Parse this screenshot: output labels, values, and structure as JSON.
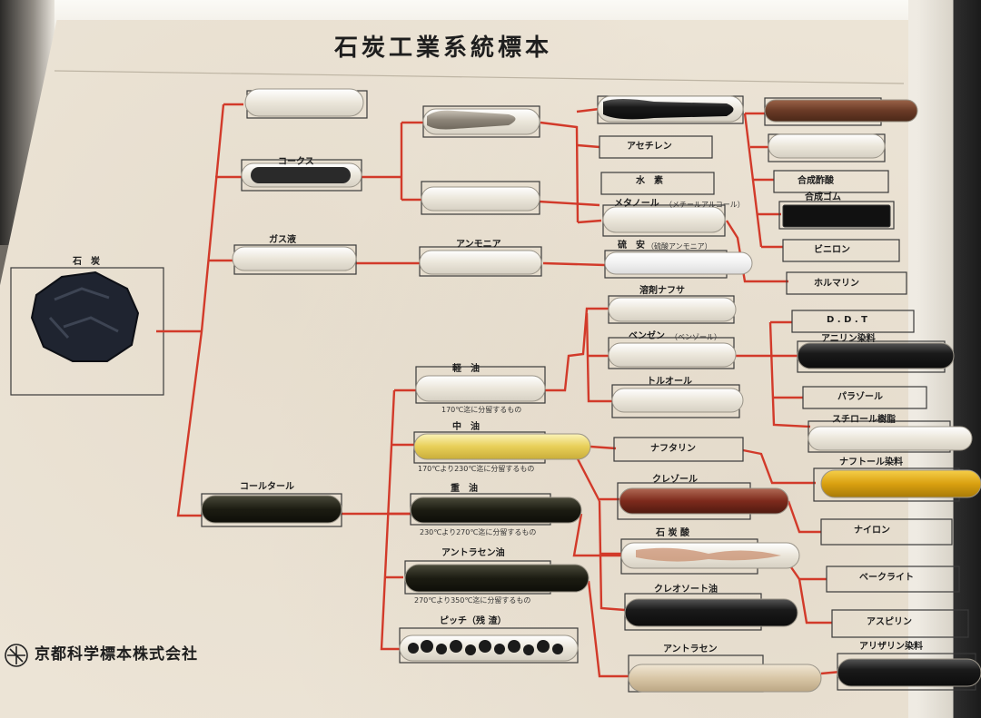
{
  "title": "石炭工業系統標本",
  "company": "京都科学標本株式会社",
  "coal_label": "石　炭",
  "primary": {
    "illegible_top": "",
    "coke": "コークス",
    "gas_liquor": "ガス液",
    "coal_tar": "コールタール"
  },
  "secondary": {
    "illegible_mid": "",
    "illegible_gas": "",
    "ammonia": "アンモニア"
  },
  "products_upper": {
    "illegible_carbide": "",
    "acetylene": "アセチレン",
    "hydrogen": "水　素",
    "methanol": "メタノール",
    "methanol_note": "（メチールアルコール）",
    "ammonium_sulfate": "硫　安",
    "ammonium_sulfate_note": "（硫酸アンモニア）"
  },
  "products_far": {
    "illegible_far": "",
    "acetic_acid": "合成酢酸",
    "synthetic_rubber": "合成ゴム",
    "vinylon": "ビニロン",
    "formalin": "ホルマリン"
  },
  "tar_fractions": {
    "light_oil": "軽　油",
    "light_oil_note": "170℃迄に分留するもの",
    "middle_oil": "中　油",
    "middle_oil_note": "170℃より230℃迄に分留するもの",
    "heavy_oil": "重　油",
    "heavy_oil_note": "230℃より270℃迄に分留するもの",
    "anthracene_oil": "アントラセン油",
    "anthracene_oil_note": "270℃より350℃迄に分留するもの",
    "pitch": "ピッチ（残 渣）"
  },
  "tar_products": {
    "solvent_naphtha": "溶剤ナフサ",
    "benzene": "ベンゼン",
    "benzene_note": "（ベンゾール）",
    "toluol": "トルオール",
    "naphthalene": "ナフタリン",
    "cresol": "クレゾール",
    "carbolic_acid": "石 炭 酸",
    "creosote_oil": "クレオソート油",
    "anthracene": "アントラセン"
  },
  "end_products": {
    "ddt": "D . D . T",
    "aniline_dye": "アニリン染料",
    "paradichloro": "パラゾール",
    "styrol_resin": "スチロール樹脂",
    "naphthol_dye": "ナフトール染料",
    "nylon": "ナイロン",
    "bakelite": "ベークライト",
    "aspirin": "アスピリン",
    "alizarin_dye": "アリザリン染料"
  },
  "colors": {
    "board": "#ece4d6",
    "line": "#d23a2a",
    "label_box": "#3a3a3a",
    "tube_clear": "#f3efe6",
    "tube_dark": "#1f1f1f"
  }
}
